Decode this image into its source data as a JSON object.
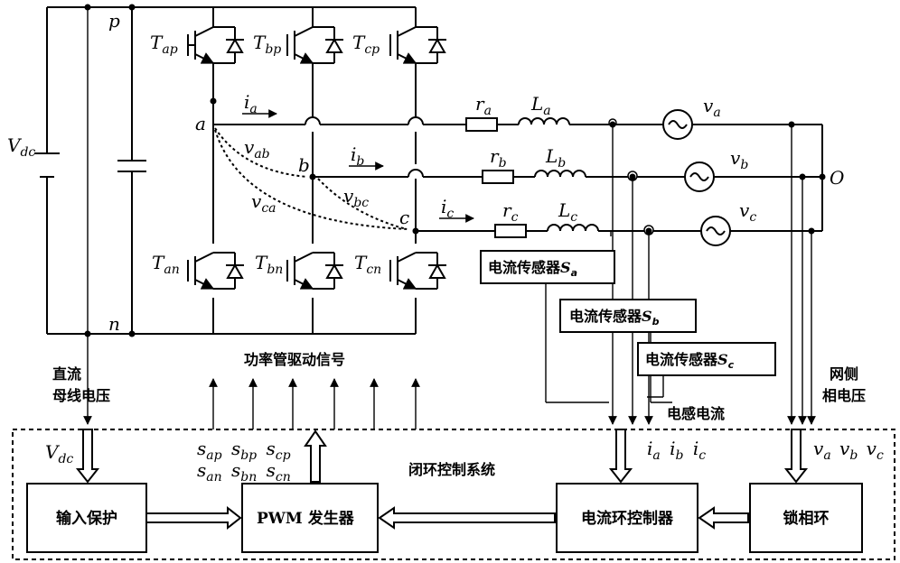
{
  "labels": {
    "p": "p",
    "n": "n",
    "vdc_main": "V",
    "vdc_sub": "dc",
    "node_a": "a",
    "node_b": "b",
    "node_c": "c",
    "node_o": "O",
    "switches_top": [
      {
        "base": "T",
        "sub": "ap"
      },
      {
        "base": "T",
        "sub": "bp"
      },
      {
        "base": "T",
        "sub": "cp"
      }
    ],
    "switches_bottom": [
      {
        "base": "T",
        "sub": "an"
      },
      {
        "base": "T",
        "sub": "bn"
      },
      {
        "base": "T",
        "sub": "cn"
      }
    ],
    "currents": [
      {
        "base": "i",
        "sub": "a"
      },
      {
        "base": "i",
        "sub": "b"
      },
      {
        "base": "i",
        "sub": "c"
      }
    ],
    "resistors": [
      {
        "base": "r",
        "sub": "a"
      },
      {
        "base": "r",
        "sub": "b"
      },
      {
        "base": "r",
        "sub": "c"
      }
    ],
    "inductors": [
      {
        "base": "L",
        "sub": "a"
      },
      {
        "base": "L",
        "sub": "b"
      },
      {
        "base": "L",
        "sub": "c"
      }
    ],
    "sources": [
      {
        "base": "v",
        "sub": "a"
      },
      {
        "base": "v",
        "sub": "b"
      },
      {
        "base": "v",
        "sub": "c"
      }
    ],
    "line_voltages": [
      {
        "base": "v",
        "sub": "ab"
      },
      {
        "base": "v",
        "sub": "bc"
      },
      {
        "base": "v",
        "sub": "ca"
      }
    ],
    "sensors": [
      {
        "text": "电流传感器",
        "sub": "S",
        "subsub": "a"
      },
      {
        "text": "电流传感器",
        "sub": "S",
        "subsub": "b"
      },
      {
        "text": "电流传感器",
        "sub": "S",
        "subsub": "c"
      }
    ],
    "drive_signals": "功率管驱动信号",
    "dc_bus_line1": "直流",
    "dc_bus_line2": "母线电压",
    "grid_line1": "网侧",
    "grid_line2": "相电压",
    "inductor_current": "电感电流",
    "closed_loop": "闭环控制系统",
    "s_top": [
      "ap",
      "bp",
      "cp"
    ],
    "s_bottom": [
      "an",
      "bn",
      "cn"
    ],
    "s_base": "s",
    "i_inputs": [
      "a",
      "b",
      "c"
    ],
    "v_inputs": [
      "a",
      "b",
      "c"
    ]
  },
  "blocks": {
    "input_protection": "输入保护",
    "pwm_prefix": "PWM",
    "pwm_suffix": "发生器",
    "current_controller": "电流环控制器",
    "pll": "锁相环"
  }
}
